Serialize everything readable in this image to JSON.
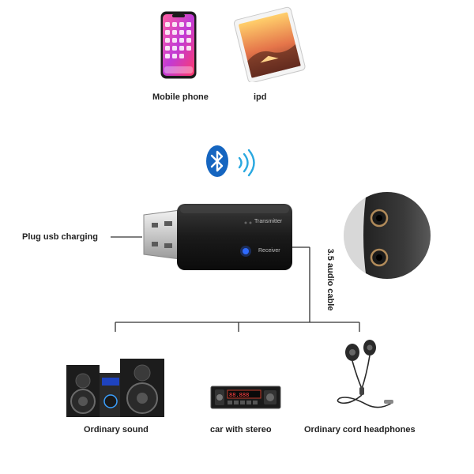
{
  "devices_top": {
    "phone_label": "Mobile phone",
    "tablet_label": "ipd"
  },
  "dongle": {
    "transmitter_label": "Transmitter",
    "receiver_label": "Receiver",
    "usb_label": "Plug usb charging",
    "cable_label": "3.5 audio cable"
  },
  "devices_bottom": {
    "sound_label": "Ordinary sound",
    "car_label": "car with stereo",
    "headphones_label": "Ordinary cord headphones"
  },
  "colors": {
    "bluetooth": "#1565c0",
    "wave": "#2aa8e0",
    "line": "#333333",
    "led": "#2f6bff"
  }
}
